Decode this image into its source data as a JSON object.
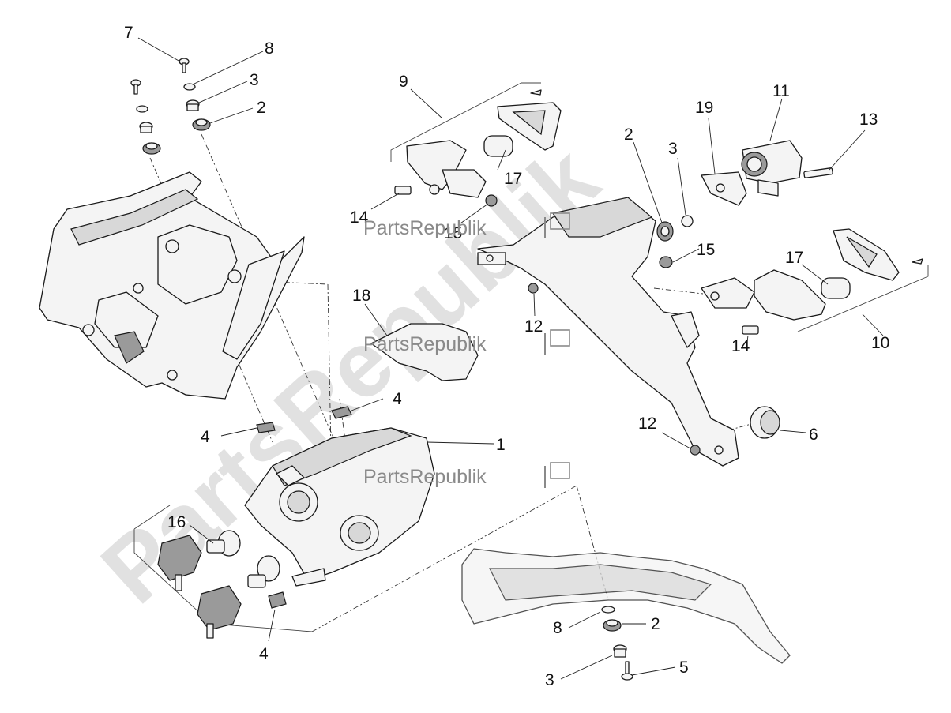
{
  "watermark": {
    "brand": "PartsRepublik",
    "big_text": "PartsRepublik"
  },
  "callouts": {
    "c1": "1",
    "c2a": "2",
    "c2b": "2",
    "c2c": "2",
    "c3a": "3",
    "c3b": "3",
    "c3c": "3",
    "c4a": "4",
    "c4b": "4",
    "c4c": "4",
    "c5": "5",
    "c6": "6",
    "c7": "7",
    "c8a": "8",
    "c8b": "8",
    "c9": "9",
    "c10": "10",
    "c11": "11",
    "c12a": "12",
    "c12b": "12",
    "c13": "13",
    "c14a": "14",
    "c14b": "14",
    "c15a": "15",
    "c15b": "15",
    "c16": "16",
    "c17a": "17",
    "c17b": "17",
    "c18": "18",
    "c19": "19"
  }
}
